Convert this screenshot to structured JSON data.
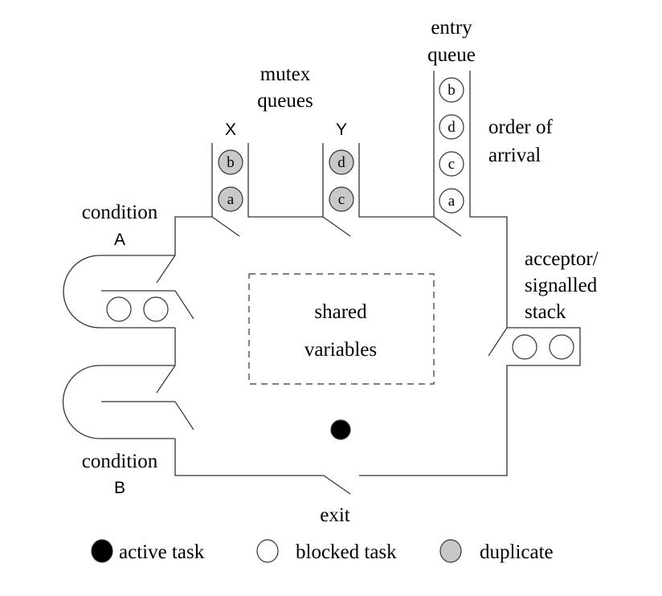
{
  "diagram": {
    "labels": {
      "mutex_queues": [
        "mutex",
        "queues"
      ],
      "entry_queue": [
        "entry",
        "queue"
      ],
      "order_of_arrival": [
        "order of",
        "arrival"
      ],
      "condition_a": [
        "condition",
        "A"
      ],
      "condition_b": [
        "condition",
        "B"
      ],
      "acceptor_stack": [
        "acceptor/",
        "signalled",
        "stack"
      ],
      "shared_variables": [
        "shared",
        "variables"
      ],
      "exit": "exit"
    },
    "mutex_queues": [
      {
        "name": "X",
        "tasks": [
          "b",
          "a"
        ],
        "kind": "duplicate"
      },
      {
        "name": "Y",
        "tasks": [
          "d",
          "c"
        ],
        "kind": "duplicate"
      }
    ],
    "entry_queue": {
      "tasks": [
        "b",
        "d",
        "c",
        "a"
      ],
      "kind": "blocked"
    },
    "condition_a_queue": {
      "tasks": [
        "",
        ""
      ],
      "kind": "blocked"
    },
    "condition_b_queue": {
      "tasks": [],
      "kind": "blocked"
    },
    "acceptor_stack": {
      "tasks": [
        "",
        ""
      ],
      "kind": "blocked"
    },
    "active_task": {
      "kind": "active"
    },
    "legend": [
      {
        "kind": "active",
        "label": "active task"
      },
      {
        "kind": "blocked",
        "label": "blocked task"
      },
      {
        "kind": "duplicate",
        "label": "duplicate"
      }
    ],
    "colors": {
      "active": "#000000",
      "blocked": "#ffffff",
      "duplicate": "#c8c8c8",
      "line": "#333333"
    }
  }
}
